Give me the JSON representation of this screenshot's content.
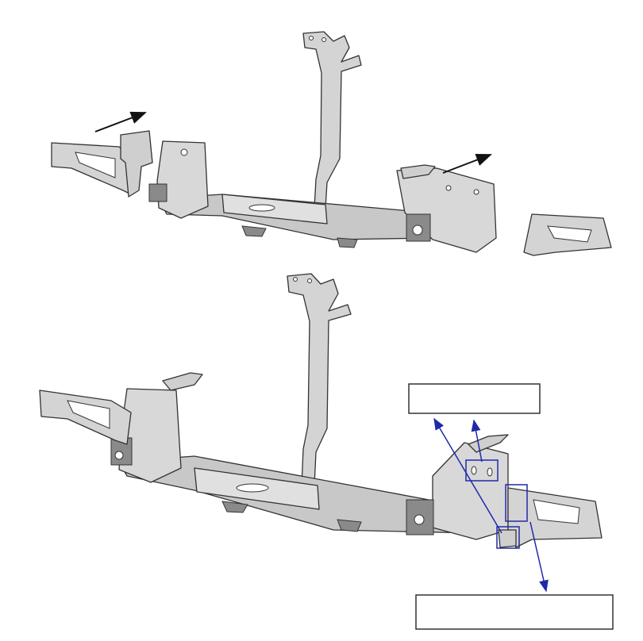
{
  "colors": {
    "background": "#ffffff",
    "part_fill": "#d4d4d4",
    "part_shade": "#a8a8a8",
    "outline": "#333333",
    "callout": "#1f2aa8",
    "arrow": "#111111",
    "label_box_border": "#333333"
  },
  "figures": {
    "top": {
      "view": "exploded",
      "arrows": [
        "move-arrow",
        "move-arrow"
      ]
    },
    "bottom": {
      "view": "assembled"
    }
  },
  "callouts": {
    "label_boxes": [
      {
        "text": ""
      },
      {
        "text": ""
      }
    ],
    "highlights": [
      "slot-holes-highlight",
      "side-mount-highlight",
      "lower-tab-highlight"
    ]
  },
  "icons": [
    "arrowhead-icon"
  ]
}
